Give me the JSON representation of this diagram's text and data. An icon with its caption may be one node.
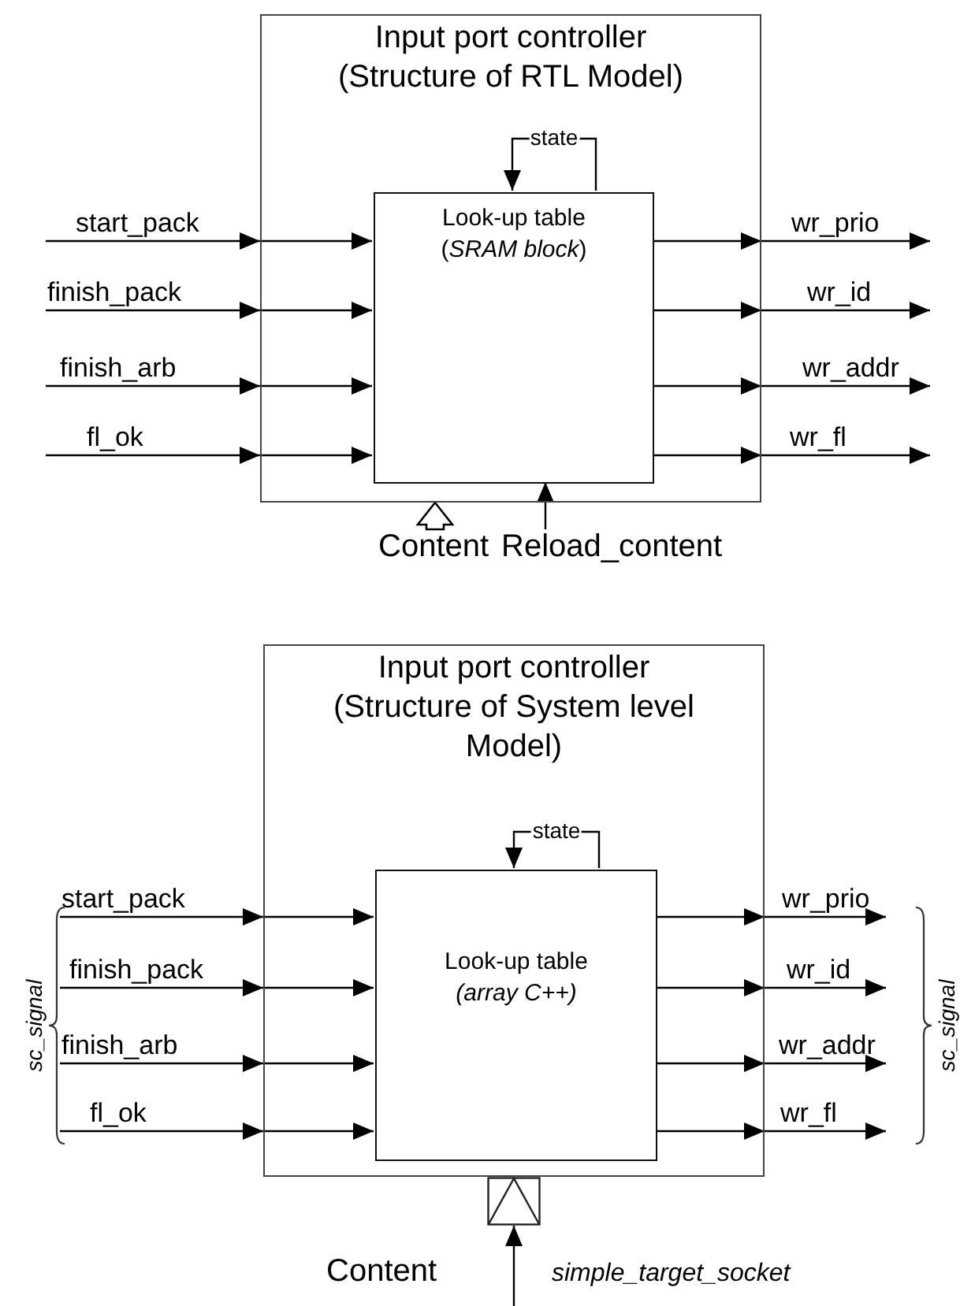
{
  "diagram": {
    "nodes": [
      {
        "text": [
          "Input port controller (Structure of RTL Model)"
        ]
      },
      {
        "text": [
          "Look-up table (*SRAM block*)"
        ],
        "in": 0
      },
      {
        "text": [
          "Input port controller (Structure of System level Model)"
        ]
      },
      {
        "text": [
          "Look-up table *(array C++)*"
        ],
        "in": 2
      },
      {
        "text": [],
        "shape": "box",
        "beside": [
          "Content",
          "simple_target_socket"
        ]
      }
    ],
    "edges": [
      {
        "from": null,
        "to": 1,
        "arrow": "to",
        "label": "start_pack"
      },
      {
        "from": null,
        "to": 1,
        "arrow": "to",
        "label": "finish_pack"
      },
      {
        "from": null,
        "to": 1,
        "arrow": "to",
        "label": "finish_arb"
      },
      {
        "from": null,
        "to": 1,
        "arrow": "to",
        "label": "fl_ok"
      },
      {
        "from": 1,
        "to": null,
        "arrow": "to",
        "label": "wr_prio"
      },
      {
        "from": 1,
        "to": null,
        "arrow": "to",
        "label": "wr_id"
      },
      {
        "from": 1,
        "to": null,
        "arrow": "to",
        "label": "wr_addr"
      },
      {
        "from": 1,
        "to": null,
        "arrow": "to",
        "label": "wr_fl"
      },
      {
        "from": 1,
        "to": 1,
        "arrow": "to",
        "label": "state"
      },
      {
        "from": null,
        "to": 0,
        "arrow": "to",
        "label": "Content",
        "style": "thick"
      },
      {
        "from": null,
        "to": 1,
        "arrow": "to",
        "label": "Reload_content"
      },
      {
        "from": null,
        "to": 3,
        "arrow": "to",
        "label": "start_pack"
      },
      {
        "from": null,
        "to": 3,
        "arrow": "to",
        "label": "finish_pack"
      },
      {
        "from": null,
        "to": 3,
        "arrow": "to",
        "label": "finish_arb"
      },
      {
        "from": null,
        "to": 3,
        "arrow": "to",
        "label": "fl_ok"
      },
      {
        "from": 3,
        "to": null,
        "arrow": "to",
        "label": "wr_prio"
      },
      {
        "from": 3,
        "to": null,
        "arrow": "to",
        "label": "wr_id"
      },
      {
        "from": 3,
        "to": null,
        "arrow": "to",
        "label": "wr_addr"
      },
      {
        "from": 3,
        "to": null,
        "arrow": "to",
        "label": "wr_fl"
      },
      {
        "from": 3,
        "to": 3,
        "arrow": "to",
        "label": "state"
      },
      {
        "from": null,
        "to": 4,
        "arrow": "to"
      }
    ],
    "labels": [
      "sc_signal",
      "sc_signal"
    ]
  }
}
